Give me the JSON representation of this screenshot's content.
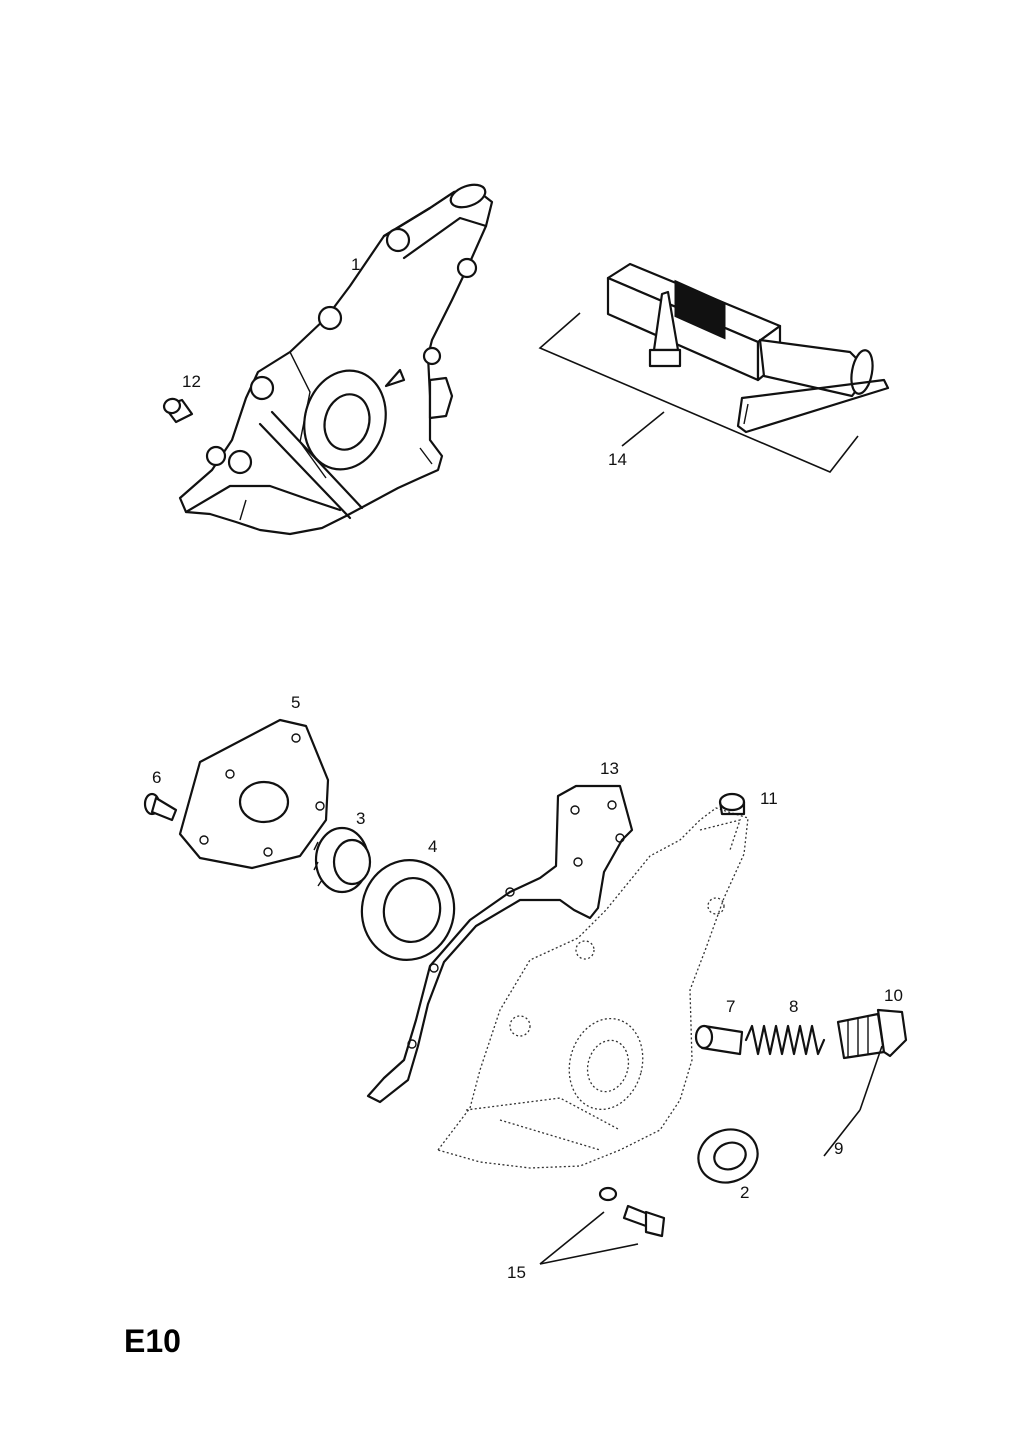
{
  "diagram": {
    "page_code": "E10",
    "callouts": {
      "c1": "1",
      "c2": "2",
      "c3": "3",
      "c4": "4",
      "c5": "5",
      "c6": "6",
      "c7": "7",
      "c8": "8",
      "c9": "9",
      "c10": "10",
      "c11": "11",
      "c12": "12",
      "c13": "13",
      "c14": "14",
      "c15": "15"
    }
  }
}
